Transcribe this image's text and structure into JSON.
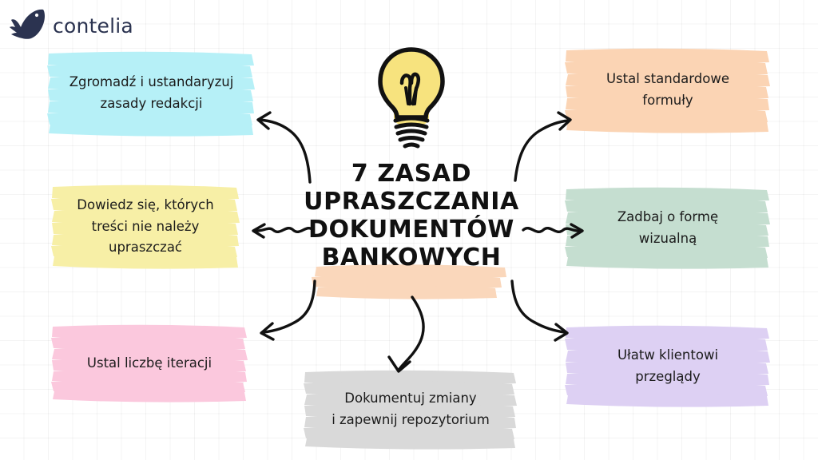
{
  "brand": {
    "logo_icon": "raven-bird-icon",
    "name": "contelia"
  },
  "center": {
    "icon": "lightbulb-icon",
    "title": "7 ZASAD\nUPRASZCZANIA\nDOKUMENTÓW\nBANKOWYCH",
    "title_lines": [
      "7 ZASAD",
      "UPRASZCZANIA",
      "DOKUMENTÓW",
      "BANKOWYCH"
    ],
    "highlight_color": "#fad7bb",
    "bulb_fill_color": "#f7e37e"
  },
  "notes": [
    {
      "id": "zgromadz-i-ustandaryzuj-zasady-redakcji",
      "text": "Zgromadź i ustandaryzuj\nzasady redakcji",
      "color": "#b6f0f7",
      "position": "top-left"
    },
    {
      "id": "dowiedz-sie-ktorych-tresci-nie-nalezy-upraszczac",
      "text": "Dowiedz się, których\ntreści nie należy\nupraszczać",
      "color": "#f7efa6",
      "position": "middle-left"
    },
    {
      "id": "ustal-liczbe-iteracji",
      "text": "Ustal liczbę iteracji",
      "color": "#fbc8dd",
      "position": "bottom-left"
    },
    {
      "id": "ustal-standardowe-formuly",
      "text": "Ustal standardowe\nformuły",
      "color": "#fbd4b4",
      "position": "top-right"
    },
    {
      "id": "zadbaj-o-forme-wizualna",
      "text": "Zadbaj o formę\nwizualną",
      "color": "#c5ded0",
      "position": "middle-right"
    },
    {
      "id": "ulatw-klientowi-przeglady",
      "text": "Ułatw klientowi\nprzeglądy",
      "color": "#ddd0f3",
      "position": "bottom-right"
    },
    {
      "id": "dokumentuj-zmiany-i-zapewnij-repozytorium",
      "text": "Dokumentuj zmiany\ni zapewnij repozytorium",
      "color": "#d9d9d9",
      "position": "bottom-center"
    }
  ],
  "arrows": [
    {
      "id": "arrow-to-top-left",
      "icon": "curved-arrow-up-left-icon"
    },
    {
      "id": "arrow-to-middle-left",
      "icon": "wavy-arrow-left-icon"
    },
    {
      "id": "arrow-to-bottom-left",
      "icon": "curved-arrow-down-left-icon"
    },
    {
      "id": "arrow-to-top-right",
      "icon": "curved-arrow-up-right-icon"
    },
    {
      "id": "arrow-to-middle-right",
      "icon": "wavy-arrow-right-icon"
    },
    {
      "id": "arrow-to-bottom-right",
      "icon": "curved-arrow-down-right-icon"
    },
    {
      "id": "arrow-to-bottom-center",
      "icon": "curved-arrow-down-icon"
    }
  ]
}
